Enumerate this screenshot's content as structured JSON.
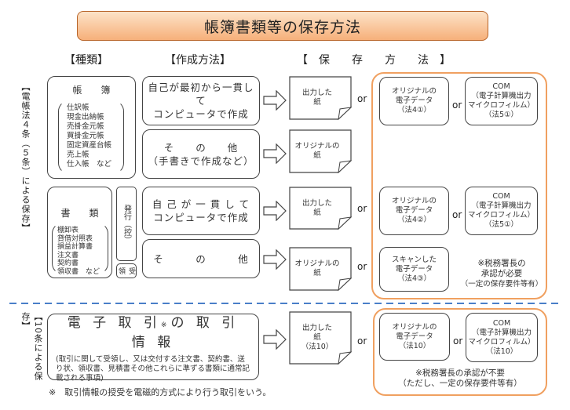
{
  "title": "帳簿書類等の保存方法",
  "headers": {
    "kind": "【種類】",
    "method": "【作成方法】",
    "storage": "【　保　　存　　方　　法　】"
  },
  "side_labels": {
    "upper": "【電帳法４条（５条）による保存】",
    "lower": "【10条による保存】"
  },
  "books": {
    "title": "帳　　簿",
    "items": [
      "仕訳帳",
      "現金出納帳",
      "売掛金元帳",
      "買掛金元帳",
      "固定資産台帳",
      "売上帳",
      "仕入帳　など"
    ]
  },
  "documents": {
    "title": "書　　類",
    "items": [
      "棚卸表",
      "貸借対照表",
      "損益計算書",
      "注文書",
      "契約書",
      "領収書　など"
    ],
    "issued": "発行（控）",
    "received": "受領"
  },
  "methods": [
    {
      "line1": "自己が最初から一貫して",
      "line2": "コンピュータで作成"
    },
    {
      "line1": "そ　　の　　他",
      "line2": "（手書きで作成など）"
    },
    {
      "line1": "自 己 が 一 貫 し て",
      "line2": "コンピュータで作成"
    },
    {
      "line1": "そ　　　の　　　他",
      "line2": ""
    }
  ],
  "papers": [
    {
      "line1": "出力した",
      "line2": "紙",
      "line3": ""
    },
    {
      "line1": "オリジナルの",
      "line2": "紙",
      "line3": ""
    },
    {
      "line1": "出力した",
      "line2": "紙",
      "line3": ""
    },
    {
      "line1": "オリジナルの",
      "line2": "紙",
      "line3": ""
    },
    {
      "line1": "出力した",
      "line2": "紙",
      "line3": "（法10）"
    }
  ],
  "or": "or",
  "storage_boxes": {
    "r1a": [
      "オリジナルの",
      "電子データ",
      "（法4①）"
    ],
    "r1b": [
      "COM",
      "（電子計算機出力",
      "マイクロフィルム）",
      "（法5①）"
    ],
    "r3a": [
      "オリジナルの",
      "電子データ",
      "（法4②）"
    ],
    "r3b": [
      "COM",
      "（電子計算機出力",
      "マイクロフィルム）",
      "（法5①）"
    ],
    "r4a": [
      "スキャンした",
      "電子データ",
      "（法4③）"
    ],
    "r5a": [
      "オリジナルの",
      "電子データ",
      "（法10）"
    ],
    "r5b": [
      "COM",
      "（電子計算機出力",
      "マイクロフィルム）",
      "（法10）"
    ]
  },
  "notes": {
    "approval_required": [
      "※税務署長の",
      "承認が必要",
      "（一定の保存要件等有）"
    ],
    "approval_not_required": [
      "※税務署長の承認が不要",
      "（ただし、一定の保存要件等有）"
    ]
  },
  "etrade": {
    "title": "電 子 取 引",
    "mark": "※",
    "title2": "の 取 引 情 報",
    "desc": "(取引に関して受領し、又は交付する注文書、契約書、送り状、領収書、見積書その他これらに準ずる書類に通常記載される事項)"
  },
  "footnote": "※　取引情報の授受を電磁的方式により行う取引をいう。",
  "colors": {
    "orange": "#f0a060",
    "divider": "#4a7fc8",
    "title_bg": "#f6b07a"
  }
}
